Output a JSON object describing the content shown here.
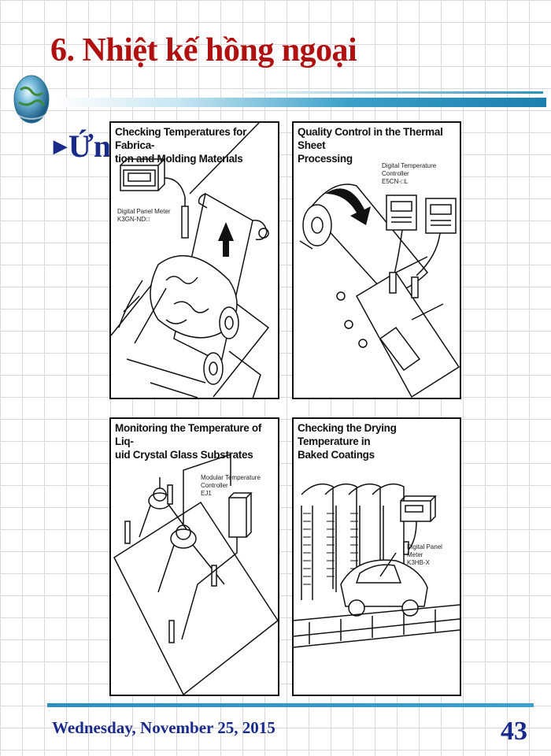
{
  "slide": {
    "title": "6. Nhiệt kế hồng ngoại",
    "bullet_text": "Ứng",
    "footer_date": "Wednesday, November 25, 2015",
    "page_number": "43"
  },
  "panels": [
    {
      "caption": "Checking Temperatures for Fabrica-\ntion and Molding Materials",
      "label": "Digital Panel Meter\nK3GN-ND□"
    },
    {
      "caption": "Quality Control in the Thermal Sheet\nProcessing",
      "label": "Digital Temperature Controller\nE5CN-□L"
    },
    {
      "caption": "Monitoring the Temperature of Liq-\nuid Crystal Glass Substrates",
      "label": "Modular Temperature Controller\nEJ1"
    },
    {
      "caption": "Checking the Drying Temperature in\nBaked Coatings",
      "label": "Digital Panel Meter\nK3HB-X"
    }
  ],
  "colors": {
    "title": "#b01010",
    "text_blue": "#1a2a8a",
    "accent_line": "#2c8fc0"
  },
  "icons": {
    "globe": "globe-icon",
    "bullet": "triangle-bullet-icon"
  }
}
